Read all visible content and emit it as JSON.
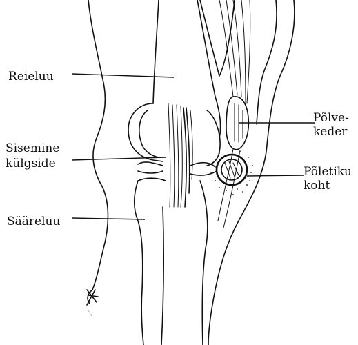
{
  "labels": {
    "femur": "Reieluu",
    "patella_line1": "Põlve-",
    "patella_line2": "keder",
    "medial_line1": "Sisemine",
    "medial_line2": "külgside",
    "inflammation_line1": "Põletiku",
    "inflammation_line2": "koht",
    "tibia": "Sääreluu"
  },
  "colors": {
    "ink": "#111111",
    "background": "#ffffff"
  }
}
